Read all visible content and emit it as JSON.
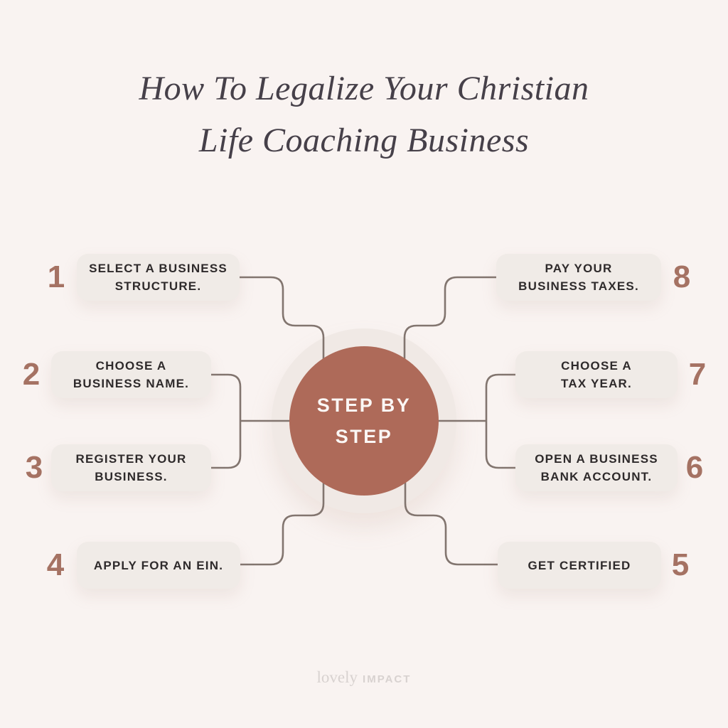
{
  "canvas": {
    "background": "#f9f3f1"
  },
  "title": {
    "lines": [
      "How To Legalize Your Christian",
      "Life Coaching Business"
    ],
    "color": "#464049"
  },
  "center": {
    "lines": [
      "STEP BY",
      "STEP"
    ],
    "circle_color": "#ae6a59",
    "halo_color": "#f0e9e5",
    "text_color": "#fbf7f5"
  },
  "connectors": {
    "color": "#82756f"
  },
  "steps": [
    {
      "number": "1",
      "lines": [
        "SELECT A BUSINESS",
        "STRUCTURE."
      ]
    },
    {
      "number": "2",
      "lines": [
        "CHOOSE A",
        "BUSINESS NAME."
      ]
    },
    {
      "number": "3",
      "lines": [
        "REGISTER YOUR",
        "BUSINESS."
      ]
    },
    {
      "number": "4",
      "lines": [
        "APPLY FOR AN EIN."
      ]
    },
    {
      "number": "5",
      "lines": [
        "GET CERTIFIED"
      ]
    },
    {
      "number": "6",
      "lines": [
        "OPEN A BUSINESS",
        "BANK ACCOUNT."
      ]
    },
    {
      "number": "7",
      "lines": [
        "CHOOSE A",
        "TAX YEAR."
      ]
    },
    {
      "number": "8",
      "lines": [
        "PAY YOUR",
        "BUSINESS TAXES."
      ]
    }
  ],
  "step_style": {
    "number_color": "#a57263",
    "box_background": "#f0ebe7",
    "text_color": "#2e2a2b"
  },
  "footer": {
    "brand_serif": "lovely",
    "brand_sans": "IMPACT",
    "color": "#d8d2d0"
  }
}
